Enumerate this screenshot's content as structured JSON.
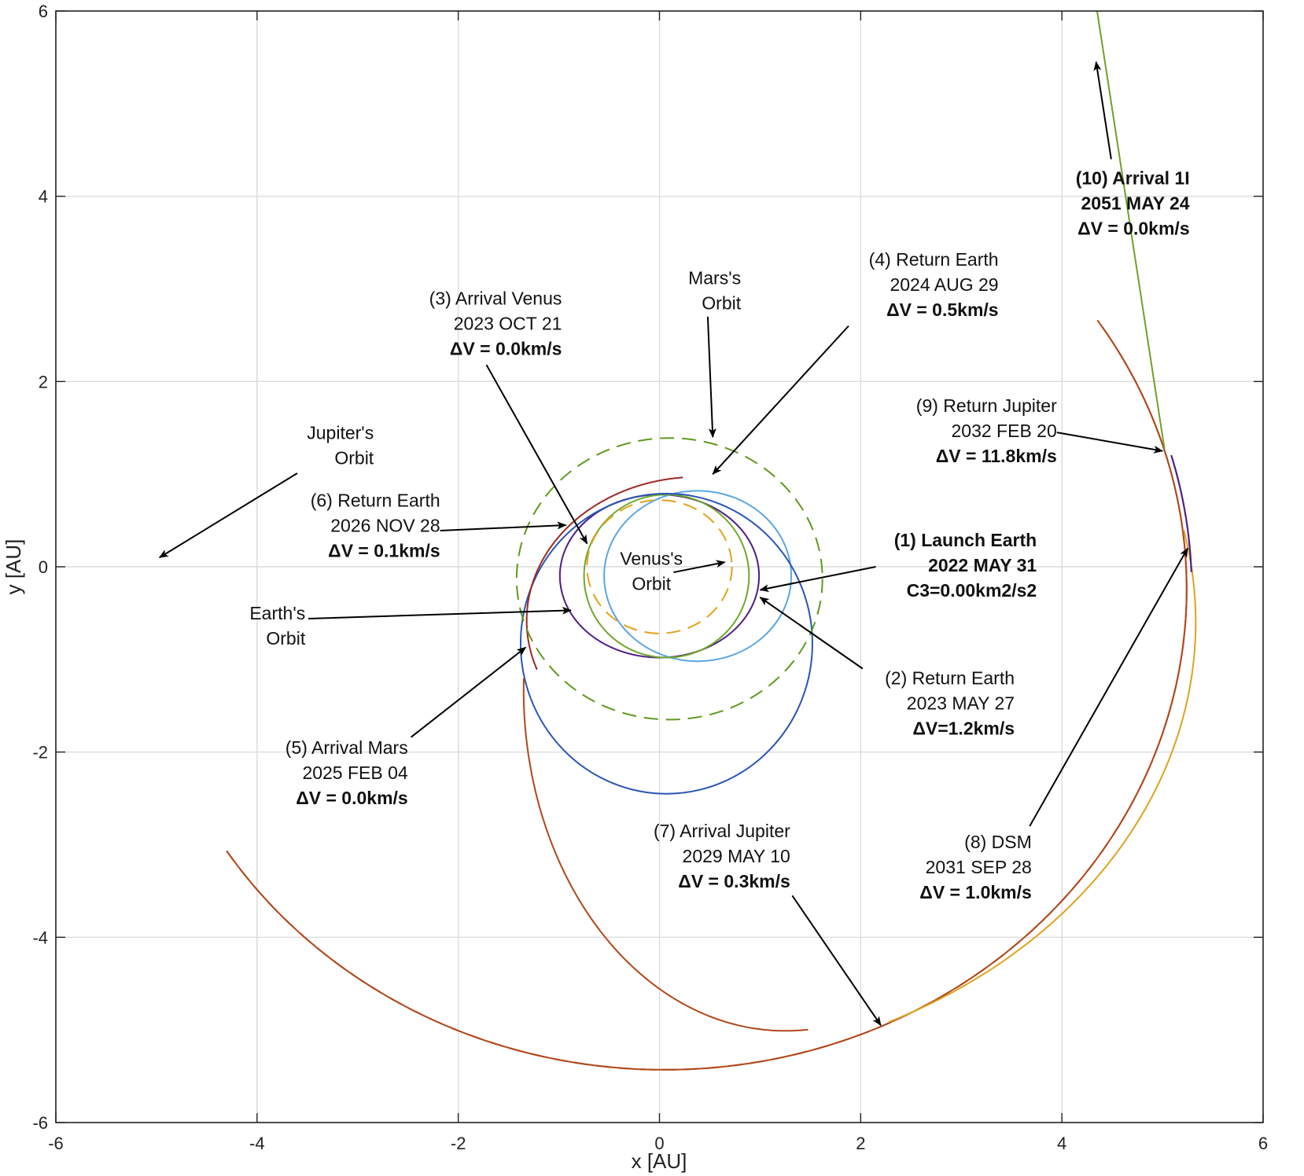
{
  "chart_data": {
    "type": "line",
    "xlabel": "x [AU]",
    "ylabel": "y [AU]",
    "xlim": [
      -6,
      6
    ],
    "ylim": [
      -6,
      6
    ],
    "xticks": [
      -6,
      -4,
      -2,
      0,
      2,
      4,
      6
    ],
    "yticks": [
      -6,
      -4,
      -2,
      0,
      2,
      4,
      6
    ],
    "grid": true,
    "orbits": [
      {
        "id": "venus-orbit",
        "cx": 0,
        "cy": 0,
        "rx": 0.72,
        "ry": 0.72,
        "color": "#e3a21a",
        "dashed": true
      },
      {
        "id": "mars-orbit",
        "cx": 0.1,
        "cy": -0.13,
        "rx": 1.52,
        "ry": 1.52,
        "color": "#5f9a1e",
        "dashed": true
      }
    ],
    "annotations": [
      {
        "id": "label-1",
        "lines": [
          "(1) Launch Earth",
          "2022 MAY 31",
          "C3=0.00km2/s2"
        ],
        "bold": [
          true,
          true,
          true
        ],
        "anchor": "end",
        "x": 3.75,
        "y": 0.22,
        "arrow_from": [
          2.15,
          0.0
        ],
        "arrow_to": [
          1.0,
          -0.25
        ]
      },
      {
        "id": "label-2",
        "lines": [
          "(2) Return Earth",
          "2023 MAY 27",
          "ΔV=1.2km/s"
        ],
        "bold": [
          false,
          false,
          true
        ],
        "anchor": "end",
        "x": 3.53,
        "y": -1.27,
        "arrow_from": [
          2.02,
          -1.1
        ],
        "arrow_to": [
          1.0,
          -0.33
        ]
      },
      {
        "id": "label-3",
        "lines": [
          "(3) Arrival Venus",
          "2023 OCT 21",
          "ΔV = 0.0km/s"
        ],
        "bold": [
          false,
          false,
          true
        ],
        "anchor": "end",
        "x": -0.97,
        "y": 2.83,
        "arrow_from": [
          -1.72,
          2.18
        ],
        "arrow_to": [
          -0.72,
          0.25
        ]
      },
      {
        "id": "label-4",
        "lines": [
          "(4) Return Earth",
          "2024 AUG 29",
          "ΔV = 0.5km/s"
        ],
        "bold": [
          false,
          false,
          true
        ],
        "anchor": "end",
        "x": 3.37,
        "y": 3.25,
        "arrow_from": [
          1.88,
          2.6
        ],
        "arrow_to": [
          0.53,
          1.0
        ]
      },
      {
        "id": "label-5",
        "lines": [
          "(5) Arrival Mars",
          "2025 FEB 04",
          "ΔV = 0.0km/s"
        ],
        "bold": [
          false,
          false,
          true
        ],
        "anchor": "end",
        "x": -2.5,
        "y": -2.02,
        "arrow_from": [
          -2.47,
          -1.84
        ],
        "arrow_to": [
          -1.33,
          -0.87
        ]
      },
      {
        "id": "label-6",
        "lines": [
          "(6) Return Earth",
          "2026 NOV 28",
          "ΔV = 0.1km/s"
        ],
        "bold": [
          false,
          false,
          true
        ],
        "anchor": "end",
        "x": -2.18,
        "y": 0.65,
        "arrow_from": [
          -2.18,
          0.39
        ],
        "arrow_to": [
          -0.93,
          0.45
        ]
      },
      {
        "id": "label-7",
        "lines": [
          "(7) Arrival Jupiter",
          "2029 MAY 10",
          "ΔV = 0.3km/s"
        ],
        "bold": [
          false,
          false,
          true
        ],
        "anchor": "end",
        "x": 1.3,
        "y": -2.92,
        "arrow_from": [
          1.32,
          -3.55
        ],
        "arrow_to": [
          2.2,
          -4.95
        ]
      },
      {
        "id": "label-8",
        "lines": [
          "(8) DSM",
          "2031 SEP 28",
          "ΔV = 1.0km/s"
        ],
        "bold": [
          false,
          false,
          true
        ],
        "anchor": "end",
        "x": 3.7,
        "y": -3.04,
        "arrow_from": [
          3.68,
          -2.8
        ],
        "arrow_to": [
          5.25,
          0.2
        ]
      },
      {
        "id": "label-9",
        "lines": [
          "(9) Return Jupiter",
          "2032 FEB 20",
          "ΔV = 11.8km/s"
        ],
        "bold": [
          false,
          false,
          true
        ],
        "anchor": "end",
        "x": 3.95,
        "y": 1.67,
        "arrow_from": [
          3.95,
          1.45
        ],
        "arrow_to": [
          5.0,
          1.25
        ]
      },
      {
        "id": "label-10",
        "lines": [
          "(10) Arrival 1I",
          "2051 MAY 24",
          "ΔV = 0.0km/s"
        ],
        "bold": [
          true,
          true,
          true
        ],
        "anchor": "end",
        "x": 5.27,
        "y": 4.13,
        "arrow_from": [
          4.49,
          4.4
        ],
        "arrow_to": [
          4.34,
          5.45
        ]
      },
      {
        "id": "label-jupiter-orbit",
        "lines": [
          "Jupiter's",
          "Orbit"
        ],
        "bold": [
          false,
          false
        ],
        "anchor": "end",
        "x": -2.84,
        "y": 1.38,
        "arrow_from": [
          -3.6,
          1.01
        ],
        "arrow_to": [
          -4.97,
          0.1
        ]
      },
      {
        "id": "label-earth-orbit",
        "lines": [
          "Earth's",
          "Orbit"
        ],
        "bold": [
          false,
          false
        ],
        "anchor": "end",
        "x": -3.52,
        "y": -0.57,
        "arrow_from": [
          -3.49,
          -0.56
        ],
        "arrow_to": [
          -0.88,
          -0.47
        ]
      },
      {
        "id": "label-mars-orbit",
        "lines": [
          "Mars's",
          "Orbit"
        ],
        "bold": [
          false,
          false
        ],
        "anchor": "end",
        "x": 0.81,
        "y": 3.05,
        "arrow_from": [
          0.48,
          2.7
        ],
        "arrow_to": [
          0.53,
          1.4
        ]
      },
      {
        "id": "label-venus-orbit",
        "lines": [
          "Venus's",
          "Orbit"
        ],
        "bold": [
          false,
          false
        ],
        "anchor": "middle",
        "x": -0.08,
        "y": 0.02,
        "arrow_from": [
          0.14,
          -0.06
        ],
        "arrow_to": [
          0.65,
          0.05
        ]
      }
    ]
  }
}
